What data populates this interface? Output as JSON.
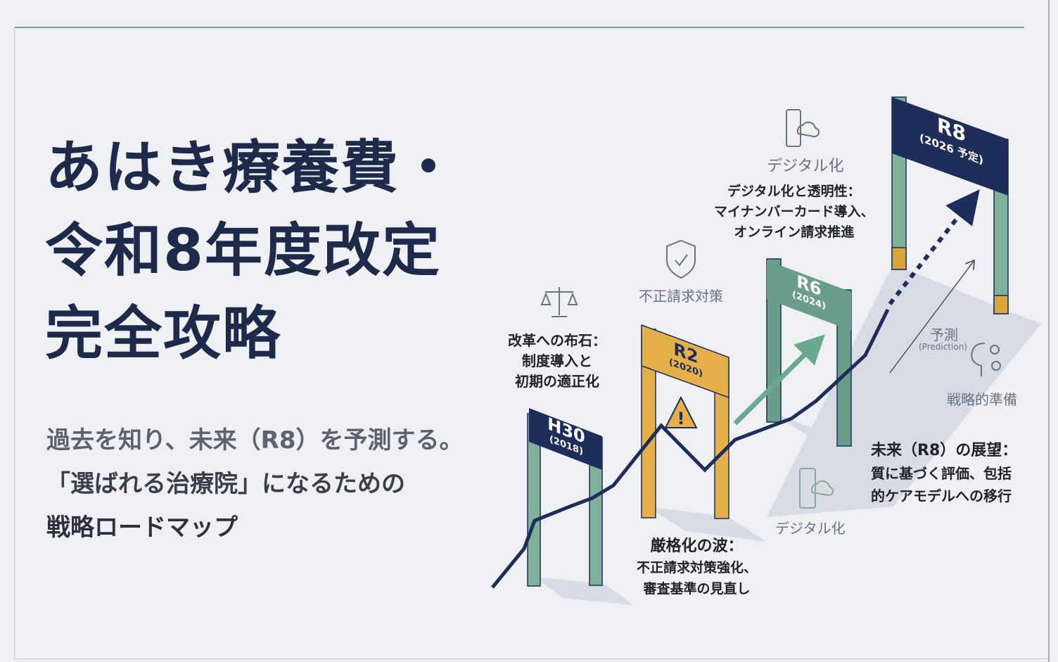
{
  "title": {
    "line1": "あはき療養費・",
    "line2": "令和8年度改定",
    "line3": "完全攻略"
  },
  "subtitle": {
    "line1": "過去を知り、未来（R8）を予測する。",
    "line2": "「選ばれる治療院」になるための",
    "line3": "戦略ロードマップ"
  },
  "gates": [
    {
      "era": "H30",
      "year": "(2018)",
      "color": "#1f2d5a"
    },
    {
      "era": "R2",
      "year": "(2020)",
      "color": "#e5b04a"
    },
    {
      "era": "R6",
      "year": "(2024)",
      "color": "#6a9e8a"
    },
    {
      "era": "R8",
      "year": "(2026 予定)",
      "color": "#1f2d5a"
    }
  ],
  "icon_labels": {
    "fraud": "不正請求対策",
    "digital_top": "デジタル化",
    "digital_bottom": "デジタル化",
    "prediction": "予測",
    "prediction_en": "(Prediction)",
    "strategy": "戦略的準備"
  },
  "notes": {
    "h30": {
      "heading": "改革への布石：",
      "lines": [
        "制度導入と",
        "初期の適正化"
      ]
    },
    "r2": {
      "heading": "厳格化の波：",
      "lines": [
        "不正請求対策強化、",
        "審査基準の見直し"
      ]
    },
    "r6": {
      "heading": "デジタル化と透明性：",
      "lines": [
        "マイナンバーカード導入、",
        "オンライン請求推進"
      ]
    },
    "r8": {
      "heading": "未来（R8）の展望：",
      "lines": [
        "質に基づく評価、包括",
        "的ケアモデルへの移行"
      ]
    }
  },
  "colors": {
    "navy": "#1f2d5a",
    "yellow": "#e5b04a",
    "green": "#6a9e8a",
    "background": "#eef0f4"
  }
}
